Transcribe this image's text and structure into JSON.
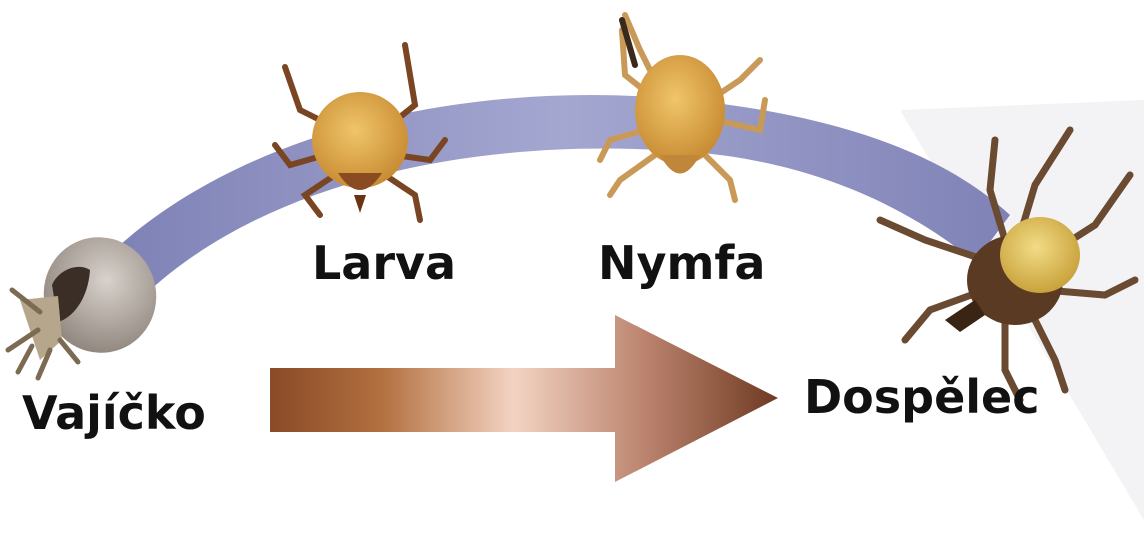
{
  "stages": [
    {
      "id": "egg",
      "label": "Vajíčko"
    },
    {
      "id": "larva",
      "label": "Larva"
    },
    {
      "id": "nymph",
      "label": "Nymfa"
    },
    {
      "id": "adult",
      "label": "Dospělec"
    }
  ],
  "colors": {
    "arc_band": "#8f93c2",
    "arrow_dark": "#8a4a26",
    "arrow_light": "#f3d3c2",
    "tick_body": "#d9a545",
    "tick_legs": "#7a4522",
    "adult_body": "#5a3a22",
    "adult_scutum": "#e3c25c",
    "egg_shell": "#a89e94",
    "label_text": "#111111"
  },
  "icons": {
    "egg": "hatching-egg-icon",
    "larva": "tick-larva-icon",
    "nymph": "tick-nymph-icon",
    "adult": "tick-adult-icon",
    "arrow": "progress-arrow-icon"
  }
}
